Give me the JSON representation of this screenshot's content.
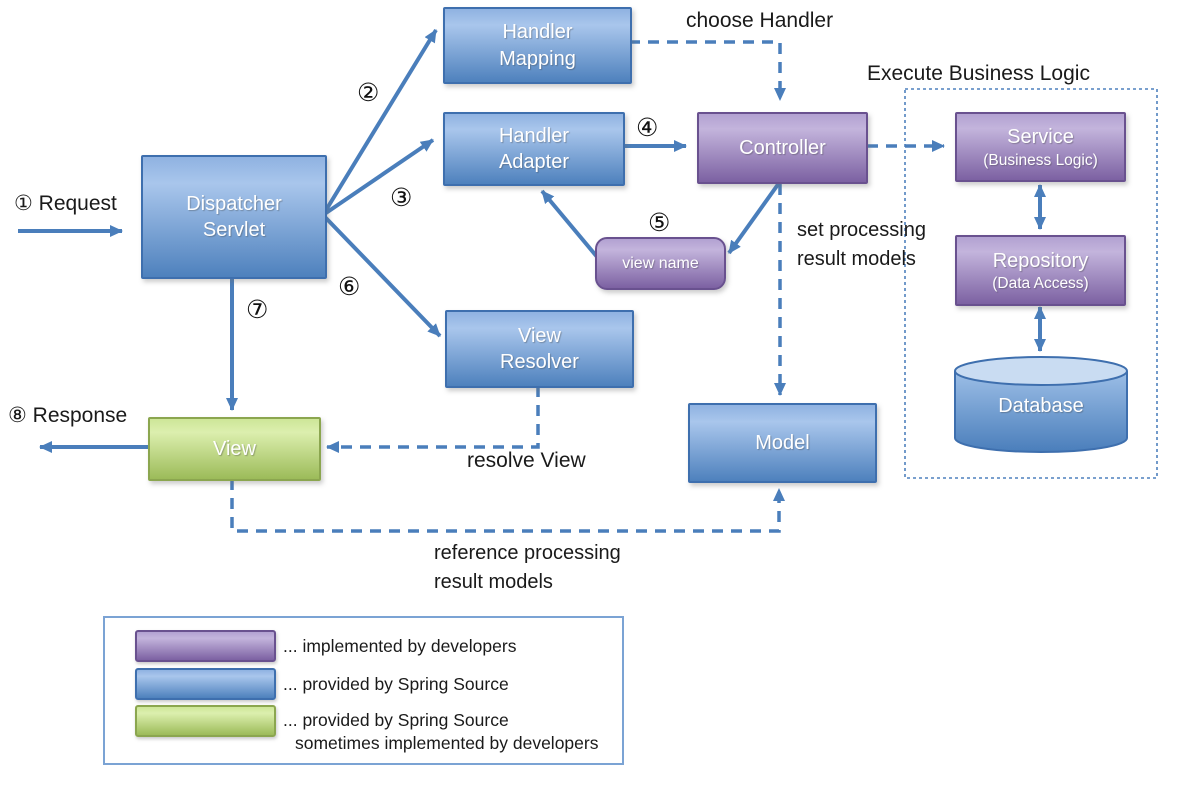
{
  "colors": {
    "spring_blue": "#4F81BD",
    "developer_purple": "#8064A2",
    "view_green": "#9BBB59",
    "arrow_blue": "#4A7EBB",
    "legend_border": "#7BA3D4",
    "text": "#1A1A1A"
  },
  "nodes": {
    "dispatcher_servlet": {
      "line1": "Dispatcher",
      "line2": "Servlet"
    },
    "handler_mapping": {
      "line1": "Handler",
      "line2": "Mapping"
    },
    "handler_adapter": {
      "line1": "Handler",
      "line2": "Adapter"
    },
    "controller": {
      "label": "Controller"
    },
    "view_name": {
      "label": "view name"
    },
    "view_resolver": {
      "line1": "View",
      "line2": "Resolver"
    },
    "model": {
      "label": "Model"
    },
    "view": {
      "label": "View"
    },
    "service": {
      "label": "Service",
      "sublabel": "(Business Logic)"
    },
    "repository": {
      "label": "Repository",
      "sublabel": "(Data Access)"
    },
    "database": {
      "label": "Database"
    }
  },
  "annotations": {
    "request": "① Request",
    "response": "⑧ Response",
    "choose_handler": "choose Handler",
    "execute_business_logic": "Execute Business Logic",
    "set_processing": {
      "line1": "set processing",
      "line2": "result models"
    },
    "resolve_view": "resolve View",
    "reference_processing": {
      "line1": "reference processing",
      "line2": "result models"
    }
  },
  "steps": {
    "step2": "②",
    "step3": "③",
    "step4": "④",
    "step5": "⑤",
    "step6": "⑥",
    "step7": "⑦"
  },
  "legend": {
    "items": [
      {
        "swatch": "purple",
        "label": "... implemented by developers"
      },
      {
        "swatch": "blue",
        "label": "... provided by Spring Source"
      },
      {
        "swatch": "green",
        "label": "... provided by Spring Source",
        "label2": "sometimes implemented by developers"
      }
    ]
  }
}
